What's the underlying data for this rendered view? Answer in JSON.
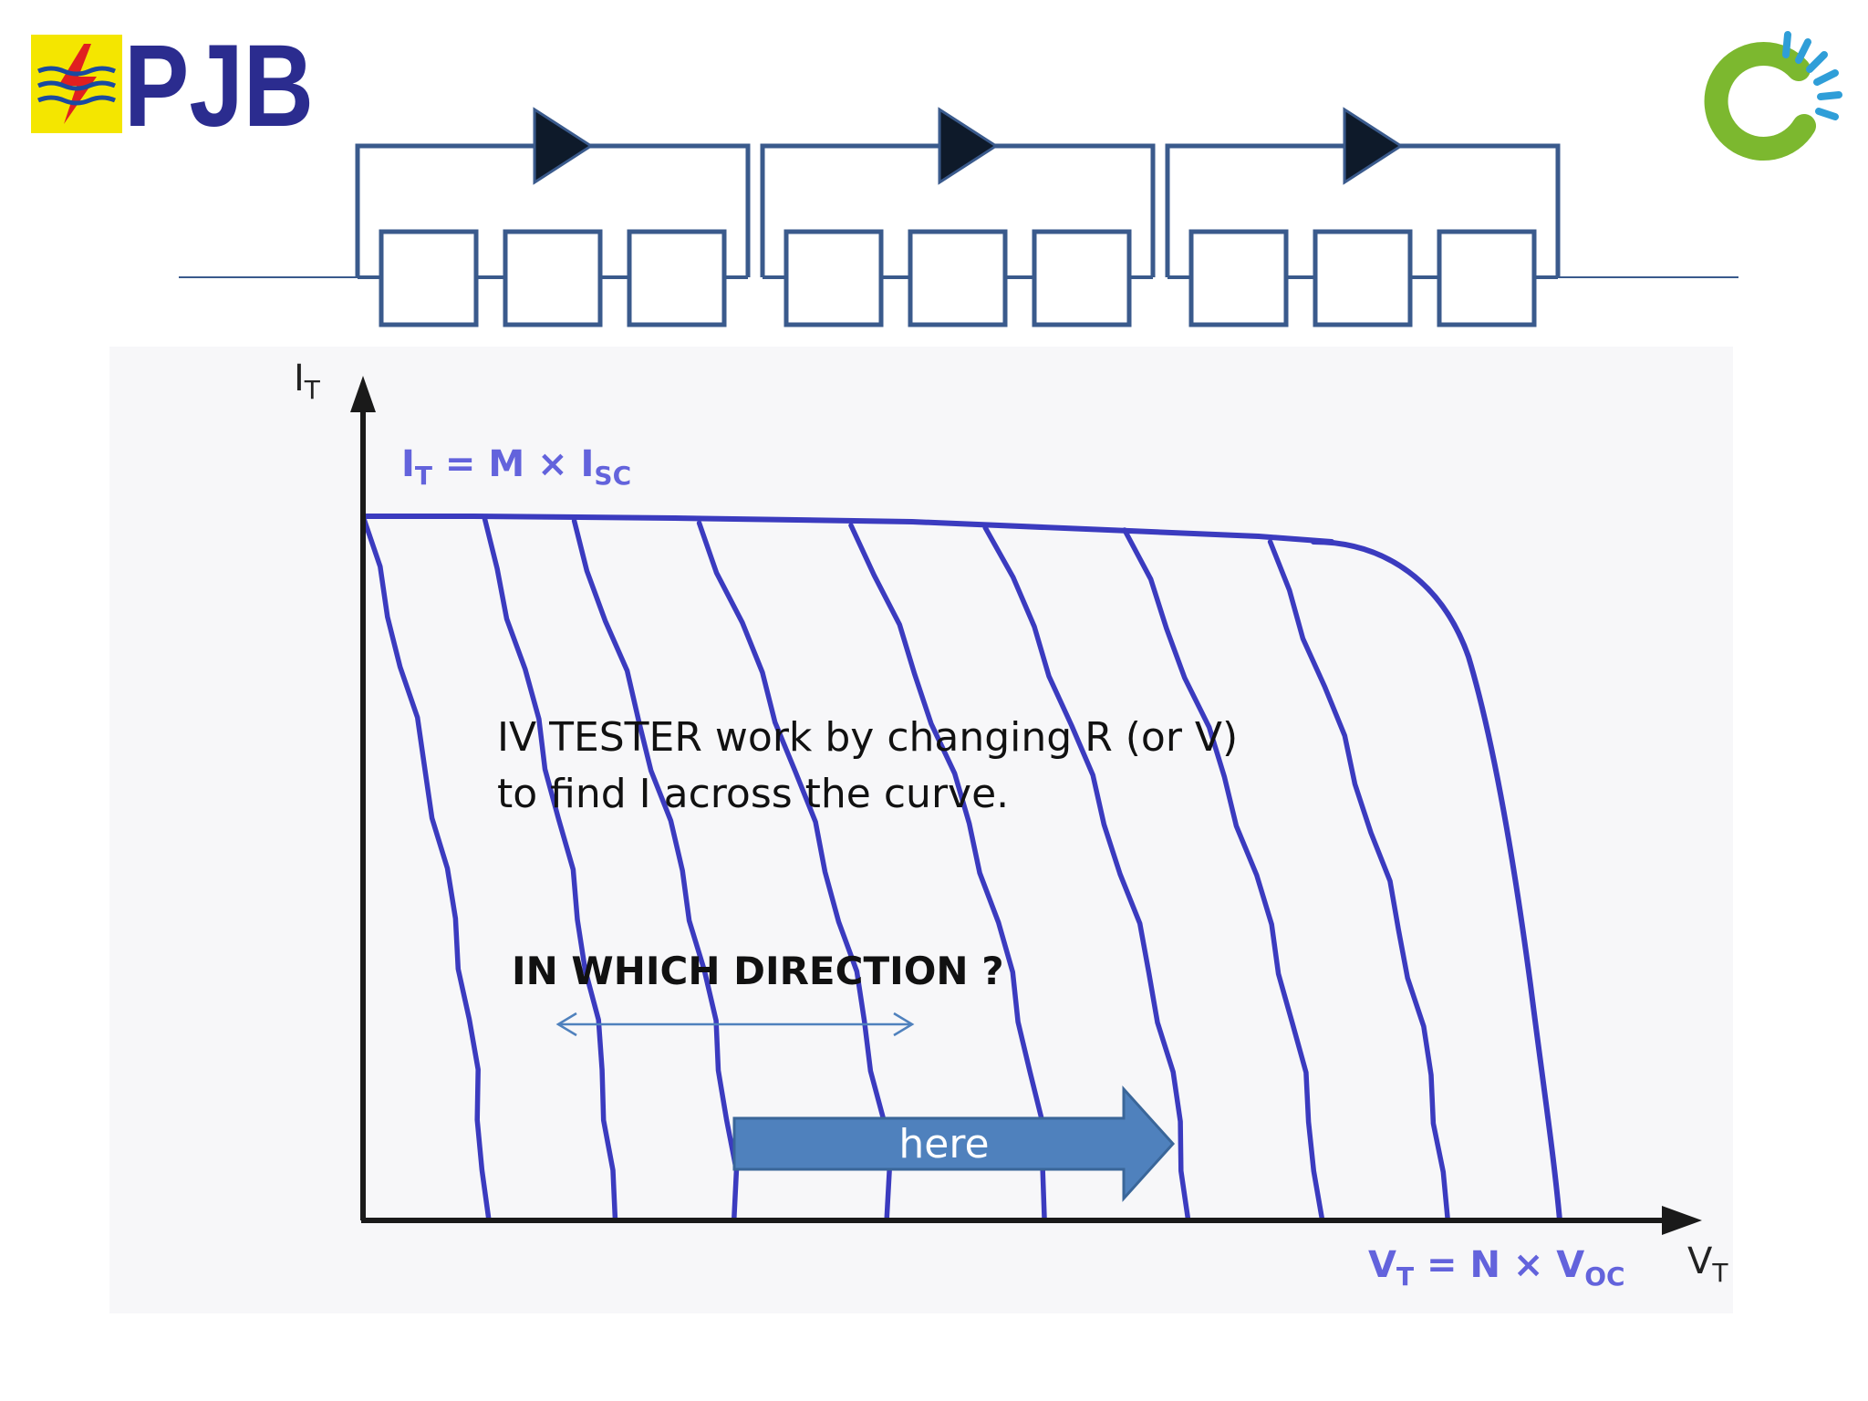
{
  "logos": {
    "left_text": "PJB",
    "left_icon": "pln-lightning-icon",
    "right_icon": "green-swirl-logo-icon"
  },
  "diagram": {
    "caption_line1": "IV TESTER work by changing R (or V)",
    "caption_line2": "to find I across the curve.",
    "question": "IN WHICH DIRECTION ?",
    "arrow_label": "here",
    "y_axis_label": "I",
    "y_axis_sub": "T",
    "x_axis_label": "V",
    "x_axis_sub": "T",
    "top_eq": {
      "a": "I",
      "a_sub": "T",
      "mid": " = M × I",
      "b_sub": "SC"
    },
    "bottom_eq": {
      "a": "V",
      "a_sub": "T",
      "mid": " = N × V",
      "b_sub": "OC"
    },
    "colors": {
      "curve": "#3b3bbf",
      "circuit": "#3a5a8c",
      "arrow_fill": "#4f81bd",
      "arrow_stroke": "#3a6699",
      "double_arrow": "#4f81bd"
    }
  }
}
